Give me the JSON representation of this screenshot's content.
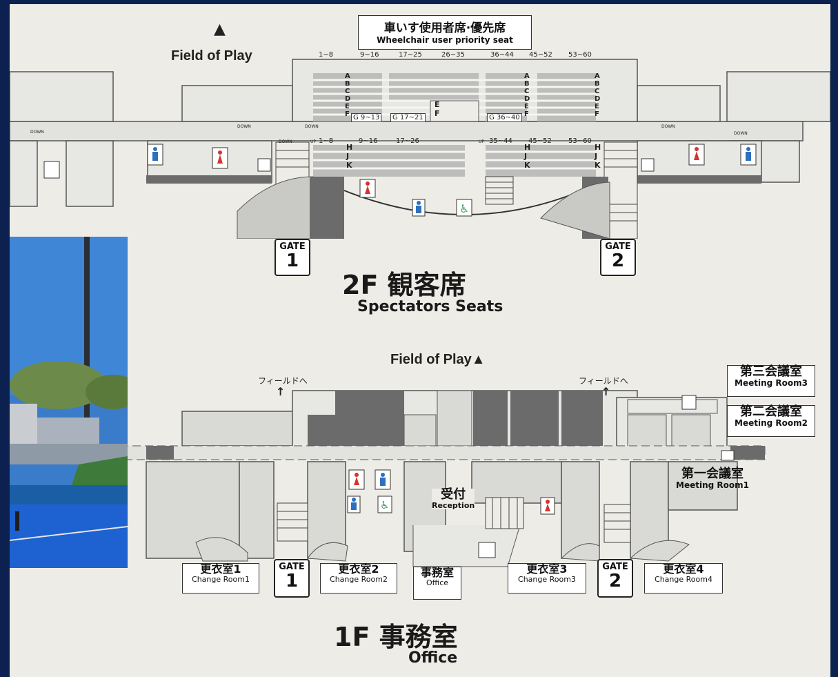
{
  "floor2": {
    "field_of_play": "Field of Play",
    "arrow_up": "▲",
    "wheelchair_jp": "車いす使用者席·優先席",
    "wheelchair_en": "Wheelchair user priority seat",
    "top_seat_ranges": [
      "1~8",
      "9~16",
      "17~25",
      "26~35",
      "36~44",
      "45~52",
      "53~60"
    ],
    "lower_seat_ranges": [
      "1~8",
      "9~16",
      "17~26",
      "35~44",
      "45~52",
      "53~60"
    ],
    "row_letters_left": [
      "A",
      "B",
      "C",
      "D",
      "E",
      "F"
    ],
    "row_letters_lower": [
      "H",
      "J",
      "K"
    ],
    "row_letters_center": [
      "E",
      "F"
    ],
    "g_labels": [
      "G 9~13",
      "G 17~21",
      "G 36~40"
    ],
    "down_label": "DOWN",
    "up_label": "UP",
    "gate1_word": "GATE",
    "gate1_num": "1",
    "gate2_word": "GATE",
    "gate2_num": "2",
    "title_jp": "2F  観客席",
    "title_en": "Spectators Seats"
  },
  "floor1": {
    "field_of_play": "Field of Play▲",
    "to_field_left": "フィールドへ",
    "to_field_right": "フィールドへ",
    "up_arrow": "↑",
    "meeting3_jp": "第三会議室",
    "meeting3_en": "Meeting Room3",
    "meeting2_jp": "第二会議室",
    "meeting2_en": "Meeting Room2",
    "meeting1_jp": "第一会議室",
    "meeting1_en": "Meeting Room1",
    "reception_jp": "受付",
    "reception_en": "Reception",
    "change1_jp": "更衣室1",
    "change1_en": "Change Room1",
    "change2_jp": "更衣室2",
    "change2_en": "Change Room2",
    "change3_jp": "更衣室3",
    "change3_en": "Change Room3",
    "change4_jp": "更衣室4",
    "change4_en": "Change Room4",
    "office_box_jp": "事務室",
    "office_box_en": "Office",
    "gate1_word": "GATE",
    "gate1_num": "1",
    "gate2_word": "GATE",
    "gate2_num": "2",
    "title_jp": "1F  事務室",
    "title_en": "Office"
  },
  "colors": {
    "frame": "#0c2150",
    "board": "#eeece6",
    "wall_dark": "#6b6b6b",
    "room_light": "#c9c9c6",
    "women": "#d6332f",
    "men": "#2f6fbf",
    "accessible": "#3aa55a"
  }
}
